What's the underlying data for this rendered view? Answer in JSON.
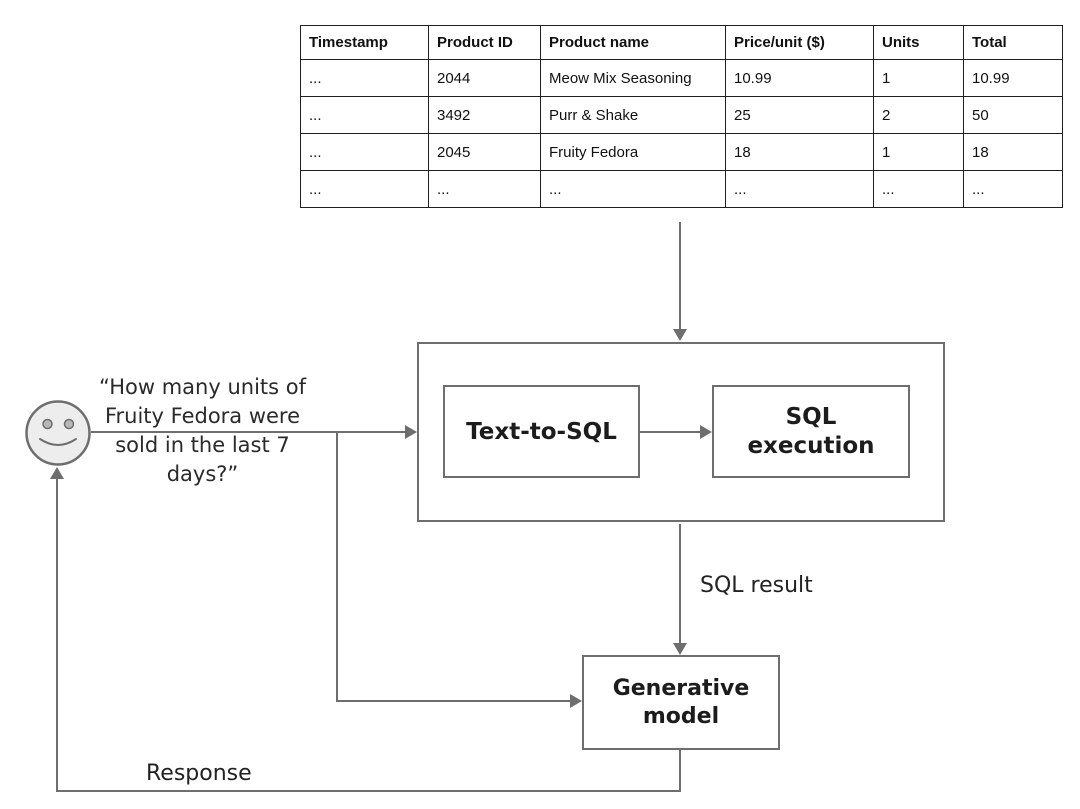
{
  "table": {
    "headers": [
      "Timestamp",
      "Product ID",
      "Product name",
      "Price/unit ($)",
      "Units",
      "Total"
    ],
    "rows": [
      [
        "...",
        "2044",
        "Meow Mix Seasoning",
        "10.99",
        "1",
        "10.99"
      ],
      [
        "...",
        "3492",
        "Purr & Shake",
        "25",
        "2",
        "50"
      ],
      [
        "...",
        "2045",
        "Fruity Fedora",
        "18",
        "1",
        "18"
      ],
      [
        "...",
        "...",
        "...",
        "...",
        "...",
        "..."
      ]
    ]
  },
  "actor": {
    "question": "“How many units of Fruity Fedora were sold in the last 7 days?”",
    "question_lines": [
      "“How many units of",
      "Fruity Fedora were",
      "sold in the last 7",
      "days?”"
    ]
  },
  "pipeline": {
    "text_to_sql_label": "Text-to-SQL",
    "sql_execution_label": "SQL execution",
    "sql_execution_lines": [
      "SQL",
      "execution"
    ],
    "generative_model_label": "Generative model",
    "generative_model_lines": [
      "Generative",
      "model"
    ],
    "sql_result_label": "SQL result",
    "response_label": "Response"
  },
  "colors": {
    "line": "#6e6e6e",
    "box_border": "#6e6e6e",
    "table_border": "#1f1f1f",
    "text": "#212121",
    "face_fill": "#ededed"
  }
}
